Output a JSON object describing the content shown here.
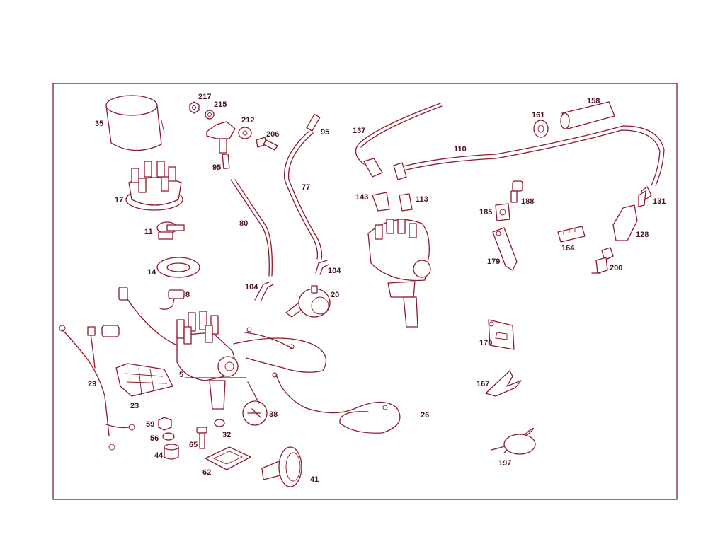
{
  "colors": {
    "line": "#8c1a2b",
    "label": "#4a1220",
    "background": "#ffffff"
  },
  "labels": {
    "p35": "35",
    "p17": "17",
    "p11": "11",
    "p14": "14",
    "p217": "217",
    "p215": "215",
    "p212": "212",
    "p206": "206",
    "p95a": "95",
    "p95b": "95",
    "p80": "80",
    "p77": "77",
    "p104a": "104",
    "p104b": "104",
    "p20": "20",
    "p8": "8",
    "p137": "137",
    "p143": "143",
    "p113": "113",
    "p110": "110",
    "p161": "161",
    "p158": "158",
    "p188": "188",
    "p185": "185",
    "p179": "179",
    "p164": "164",
    "p131": "131",
    "p128": "128",
    "p200": "200",
    "p170": "170",
    "p167": "167",
    "p197": "197",
    "p29": "29",
    "p23": "23",
    "p5": "5",
    "p38": "38",
    "p26": "26",
    "p59": "59",
    "p56": "56",
    "p44": "44",
    "p65": "65",
    "p32": "32",
    "p62": "62",
    "p41": "41"
  }
}
